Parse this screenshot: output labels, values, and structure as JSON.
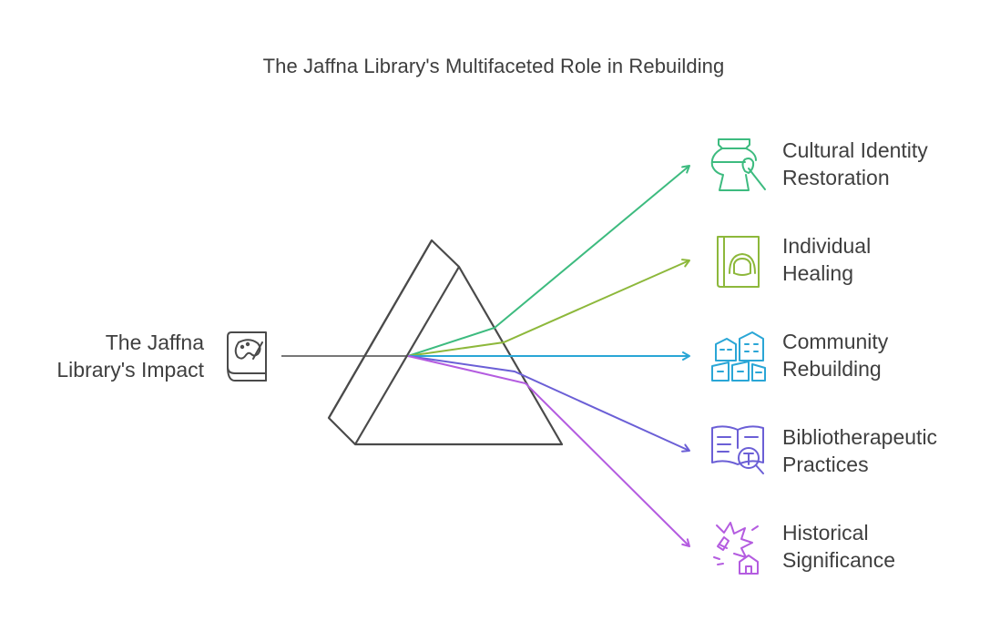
{
  "title": "The Jaffna Library's Multifaceted Role in Rebuilding",
  "source": {
    "line1": "The Jaffna",
    "line2": "Library's Impact",
    "icon": "book-palette-icon"
  },
  "outputs": [
    {
      "line1": "Cultural Identity",
      "line2": "Restoration",
      "icon": "vase-brush-icon",
      "color": "#3dbb7f"
    },
    {
      "line1": "Individual",
      "line2": "Healing",
      "icon": "book-head-icon",
      "color": "#8db83b"
    },
    {
      "line1": "Community",
      "line2": "Rebuilding",
      "icon": "buildings-icon",
      "color": "#2aa6d6"
    },
    {
      "line1": "Bibliotherapeutic",
      "line2": "Practices",
      "icon": "book-magnifier-icon",
      "color": "#6b5fd6"
    },
    {
      "line1": "Historical",
      "line2": "Significance",
      "icon": "explosion-house-icon",
      "color": "#b45ce0"
    }
  ],
  "colors": {
    "prism": "#4a4a4a",
    "input_line": "#777777",
    "text": "#3f3f3f"
  }
}
